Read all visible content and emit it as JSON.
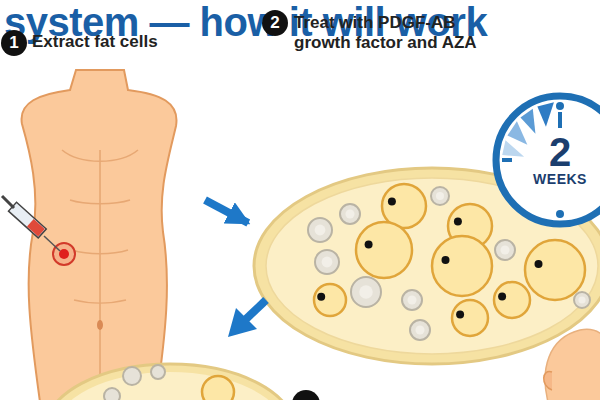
{
  "diagram": {
    "title": "system — how it will work",
    "nodes": [
      {
        "text": [
          "Extract fat cells"
        ]
      },
      {
        "text": [
          "Treat with PDGF-AB growth factor and AZA"
        ]
      },
      {
        "text": [
          "2",
          "WEEKS"
        ],
        "in": 1
      }
    ],
    "edges": [
      {
        "from": 0,
        "to": 1,
        "arrow": "to"
      }
    ],
    "labels": [
      "1",
      "2"
    ]
  }
}
